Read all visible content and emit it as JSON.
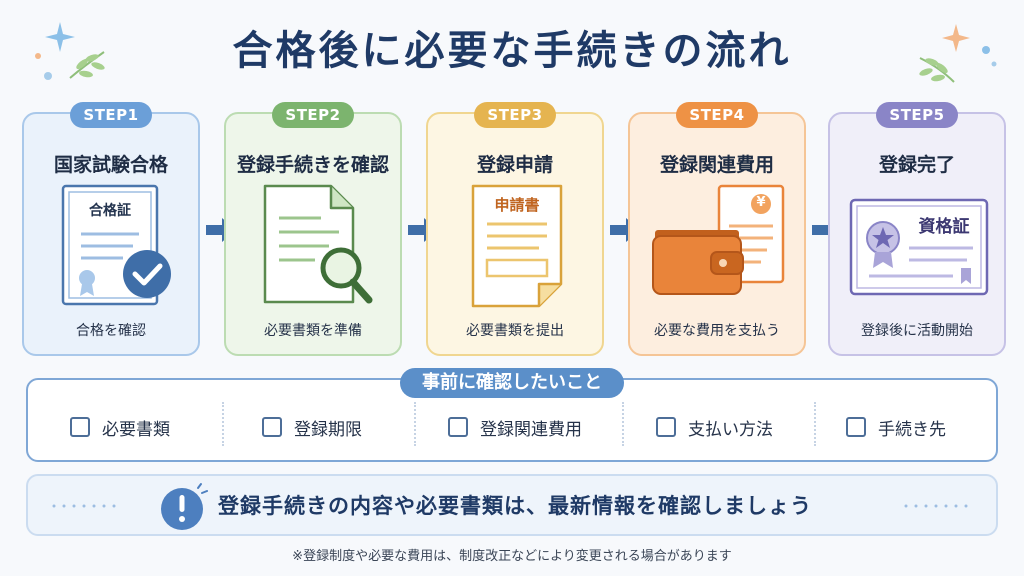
{
  "title": "合格後に必要な手続きの流れ",
  "steps": [
    {
      "badge": "STEP1",
      "title": "国家試験合格",
      "doc_label": "合格証",
      "caption": "合格を確認",
      "color": "#6b9fd8",
      "bg": "#eaf2fb",
      "border": "#a9c8ea"
    },
    {
      "badge": "STEP2",
      "title": "登録手続きを確認",
      "caption": "必要書類を準備",
      "color": "#7cb46e",
      "bg": "#eef6ea",
      "border": "#bcdcb2"
    },
    {
      "badge": "STEP3",
      "title": "登録申請",
      "doc_label": "申請書",
      "caption": "必要書類を提出",
      "color": "#e5b450",
      "bg": "#fdf6e3",
      "border": "#f0d690"
    },
    {
      "badge": "STEP4",
      "title": "登録関連費用",
      "doc_label": "¥",
      "caption": "必要な費用を支払う",
      "color": "#ee9245",
      "bg": "#fdeedf",
      "border": "#f5c596"
    },
    {
      "badge": "STEP5",
      "title": "登録完了",
      "doc_label": "資格証",
      "caption": "登録後に活動開始",
      "color": "#8a85c7",
      "bg": "#f0eff9",
      "border": "#c6c2e6"
    }
  ],
  "checklist": {
    "title": "事前に確認したいこと",
    "items": [
      "必要書類",
      "登録期限",
      "登録関連費用",
      "支払い方法",
      "手続き先"
    ]
  },
  "notice": {
    "icon": "exclamation-icon",
    "text": "登録手続きの内容や必要書類は、最新情報を確認しましょう"
  },
  "footnote": "※登録制度や必要な費用は、制度改正などにより変更される場合があります",
  "colors": {
    "title": "#1f3a66",
    "arrow": "#3f6ea8",
    "panel_accent": "#5b8fc9"
  }
}
